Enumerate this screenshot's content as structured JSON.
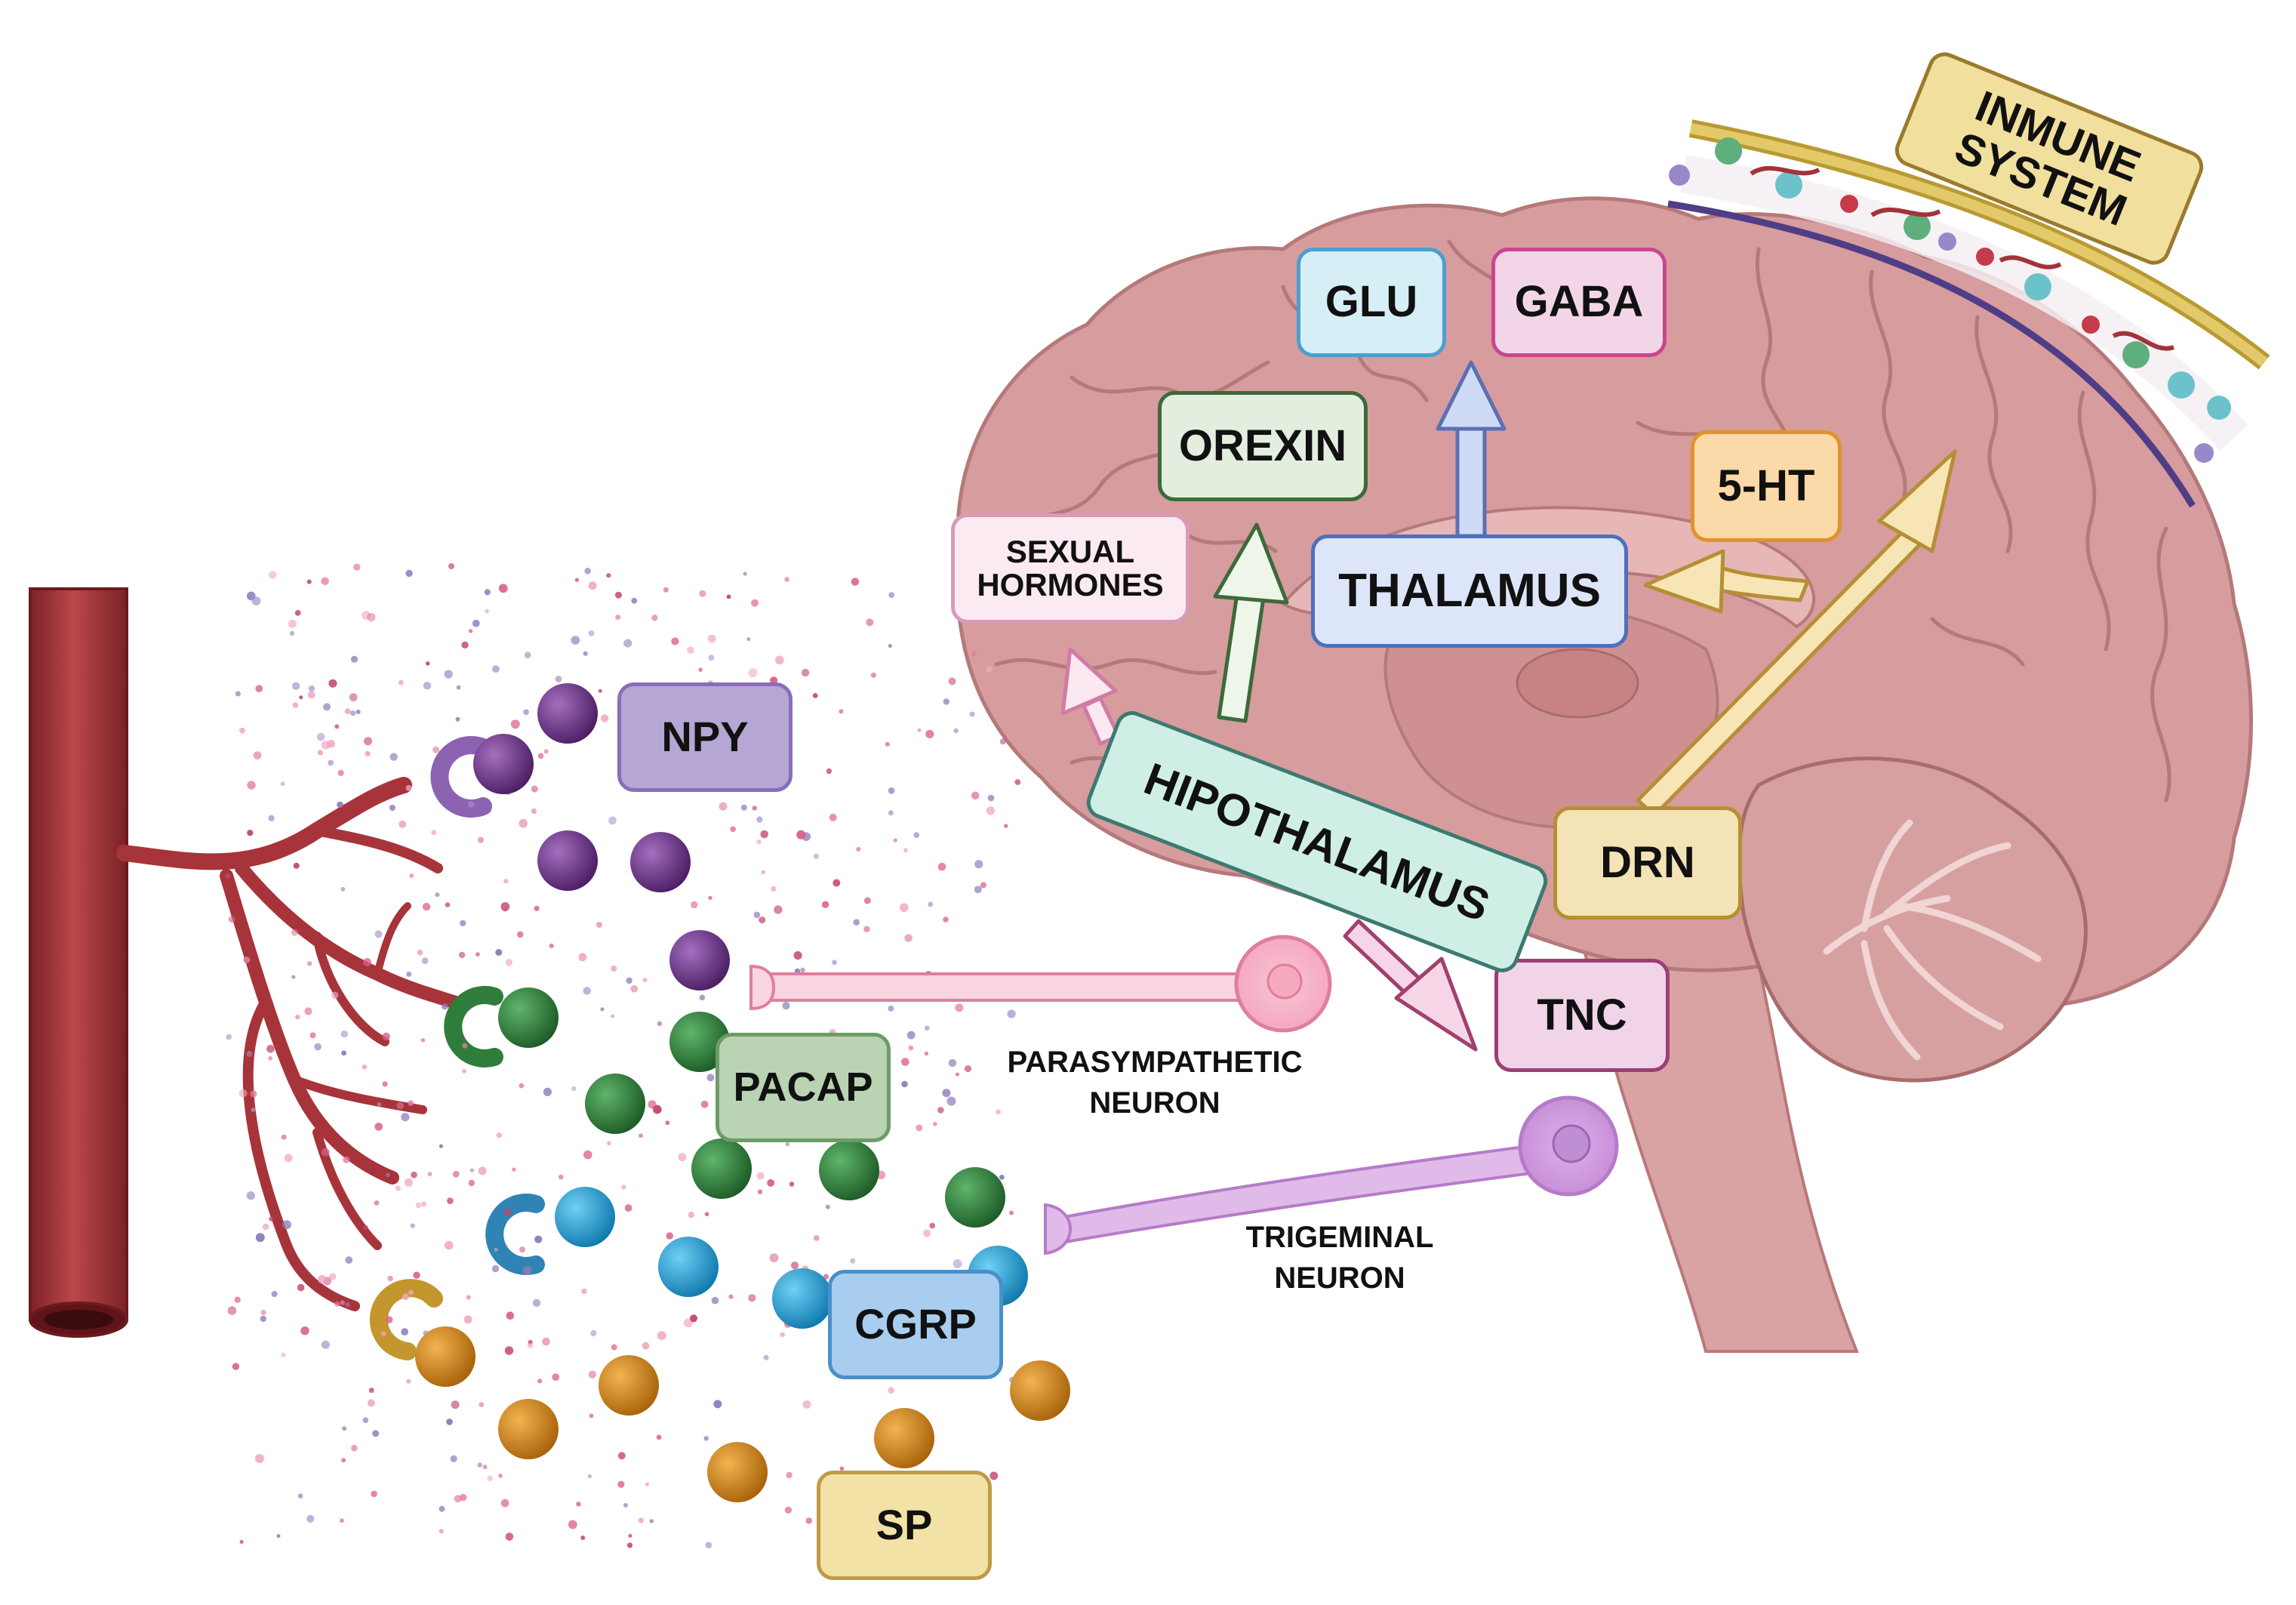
{
  "labels": {
    "npy": "NPY",
    "pacap": "PACAP",
    "cgrp": "CGRP",
    "sp": "SP",
    "glu": "GLU",
    "gaba": "GABA",
    "orexin": "OREXIN",
    "sexual_hormones_1": "SEXUAL",
    "sexual_hormones_2": "HORMONES",
    "thalamus": "THALAMUS",
    "five_ht": "5-HT",
    "hipothalamus": "HIPOTHALAMUS",
    "drn": "DRN",
    "tnc": "TNC",
    "immune_1": "INMUNE",
    "immune_2": "SYSTEM",
    "parasympathetic_1": "PARASYMPATHETIC",
    "parasympathetic_2": "NEURON",
    "trigeminal_1": "TRIGEMINAL",
    "trigeminal_2": "NEURON"
  },
  "colors": {
    "npy": "#b6a6d4",
    "pacap": "#b9d3b3",
    "cgrp": "#a9cdee",
    "sp": "#f3e2a6",
    "glu": "#d6eef6",
    "gaba": "#f2d6e8",
    "orexin": "#e2efde",
    "sexual_hormones": "#fbeaf2",
    "thalamus": "#dde6f8",
    "five_ht": "#fbd9a8",
    "hipothalamus": "#cfeee6",
    "drn": "#f4e3b6",
    "tnc": "#f2d4e8",
    "immune": "#f1df9e",
    "brain": "#cf9596",
    "vessel": "#a23a3e",
    "npy_particle": "#6b2f86",
    "pacap_particle": "#2f7d3a",
    "cgrp_particle": "#1ea3dd",
    "sp_particle": "#d98a12"
  }
}
